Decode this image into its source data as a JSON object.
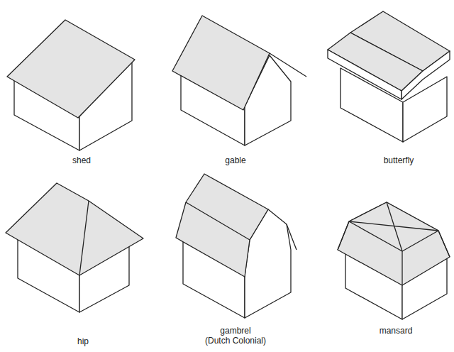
{
  "diagram": {
    "labels": [
      "shed",
      "gable",
      "butterfly",
      "hip",
      "gambrel",
      "(Dutch Colonial)",
      "mansard"
    ]
  }
}
